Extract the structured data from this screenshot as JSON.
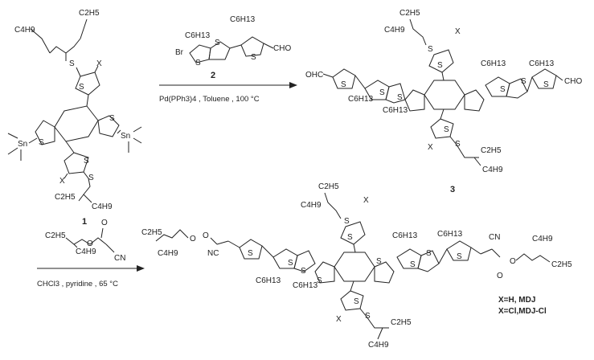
{
  "scheme": {
    "compound_labels": {
      "c1": "1",
      "c2": "2",
      "c3": "3"
    },
    "reaction1": {
      "conditions": "Pd(PPh3)4 , Toluene , 100 °C",
      "reagent_label": "2"
    },
    "reaction2": {
      "conditions": "CHCl3 , pyridine , 65 °C"
    },
    "substituents": {
      "c6h13": "C6H13",
      "c2h5": "C2H5",
      "c4h9": "C4H9",
      "sn": "Sn",
      "s": "S",
      "x": "X",
      "br": "Br",
      "cho": "CHO",
      "ohc": "OHC",
      "cn": "CN",
      "nc": "NC",
      "o": "O"
    },
    "legend": {
      "line1": "X=H, MDJ",
      "line2": "X=Cl,MDJ-Cl"
    }
  }
}
